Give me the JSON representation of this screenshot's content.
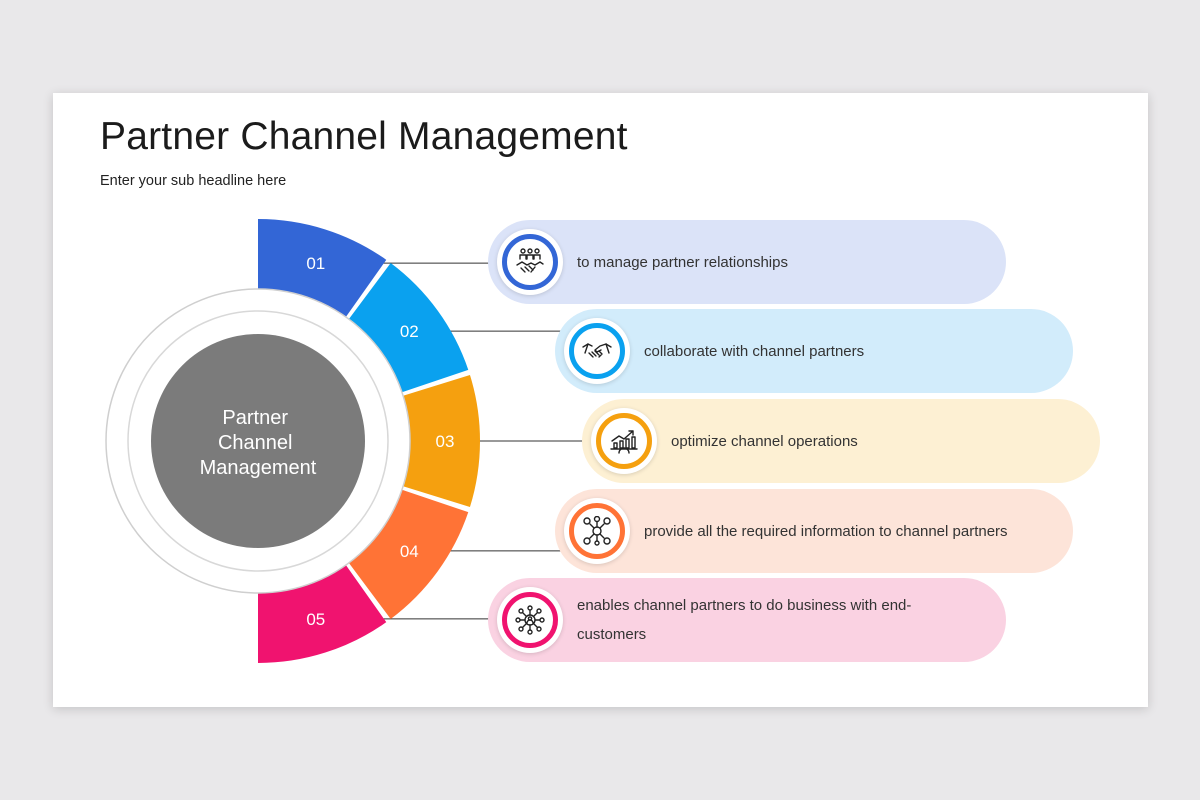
{
  "title": "Partner Channel Management",
  "subtitle": "Enter your sub headline here",
  "center": {
    "lines": [
      "Partner",
      "Channel",
      "Management"
    ],
    "color": "#7b7b7b"
  },
  "steps": [
    {
      "number": "01",
      "text": "to manage partner relationships",
      "color": "#3366d6",
      "pill_bg": "#dbe3f8",
      "icon": "partners-handshake-icon"
    },
    {
      "number": "02",
      "text": "collaborate with channel partners",
      "color": "#0aa1ef",
      "pill_bg": "#d2ecfb",
      "icon": "handshake-icon"
    },
    {
      "number": "03",
      "text": "optimize channel operations",
      "color": "#f5a00f",
      "pill_bg": "#fdf0d3",
      "icon": "growth-chart-gear-icon"
    },
    {
      "number": "04",
      "text": "provide all the required information to channel partners",
      "color": "#ff7336",
      "pill_bg": "#fde4d9",
      "icon": "information-network-icon"
    },
    {
      "number": "05",
      "text": "enables channel partners to do business with end-customers",
      "color": "#f0136f",
      "pill_bg": "#fad2e2",
      "icon": "customer-network-icon"
    }
  ]
}
